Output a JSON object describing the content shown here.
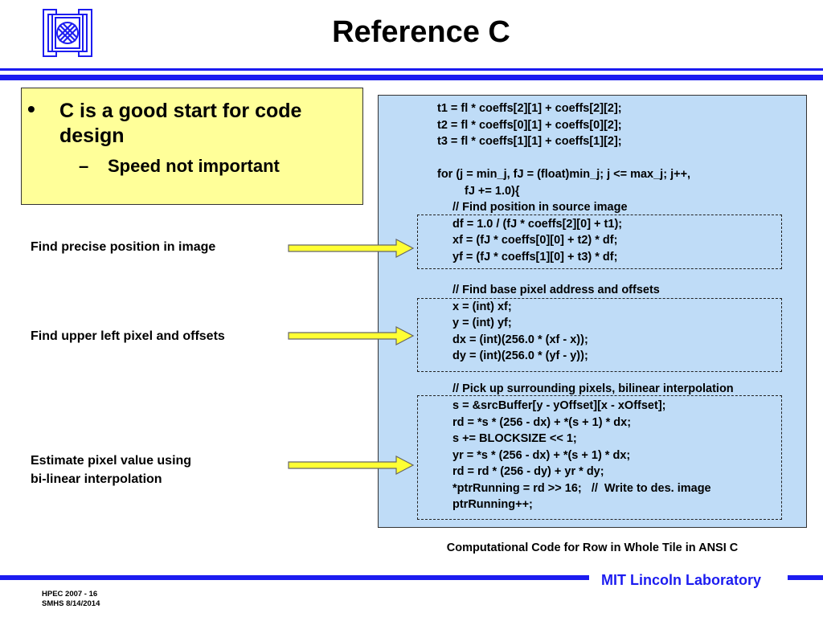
{
  "slide": {
    "title": "Reference C",
    "logo_icon": "mit-ll-logo-icon"
  },
  "bullets": {
    "marker": "•",
    "main": "C is a good start for code design",
    "sub_marker": "–",
    "sub": "Speed not important"
  },
  "code": {
    "lines": [
      "t1 = fl * coeffs[2][1] + coeffs[2][2];",
      "t2 = fl * coeffs[0][1] + coeffs[0][2];",
      "t3 = fl * coeffs[1][1] + coeffs[1][2];",
      "for (j = min_j, fJ = (float)min_j; j <= max_j; j++,",
      "fJ += 1.0){",
      "// Find position in source image",
      "df = 1.0 / (fJ * coeffs[2][0] + t1);",
      "xf = (fJ * coeffs[0][0] + t2) * df;",
      "yf = (fJ * coeffs[1][0] + t3) * df;",
      "// Find base pixel address and offsets",
      "x = (int) xf;",
      "y = (int) yf;",
      "dx = (int)(256.0 * (xf - x));",
      "dy = (int)(256.0 * (yf - y));",
      "// Pick up surrounding pixels, bilinear interpolation",
      "s = &srcBuffer[y - yOffset][x - xOffset];",
      "rd = *s * (256 - dx) + *(s + 1) * dx;",
      "s += BLOCKSIZE << 1;",
      "yr = *s * (256 - dx) + *(s + 1) * dx;",
      "rd = rd * (256 - dy) + yr * dy;",
      "*ptrRunning = rd >> 16;   //  Write to des. image",
      "ptrRunning++;"
    ]
  },
  "annotations": {
    "label1": "Find precise position in image",
    "label2": "Find upper left pixel and offsets",
    "label3_line1": "Estimate pixel value using",
    "label3_line2": "bi-linear interpolation",
    "arrow_icon": "right-arrow-icon"
  },
  "caption": "Computational Code for Row in Whole Tile in ANSI C",
  "footer": {
    "lab": "MIT Lincoln Laboratory",
    "ref1": "HPEC 2007 - 16",
    "ref2": "SMHS 8/14/2014"
  },
  "colors": {
    "accent_blue": "#1c1cf0",
    "yellow_box": "#ffff99",
    "code_box": "#bfdcf7",
    "arrow_fill": "#ffff33"
  }
}
